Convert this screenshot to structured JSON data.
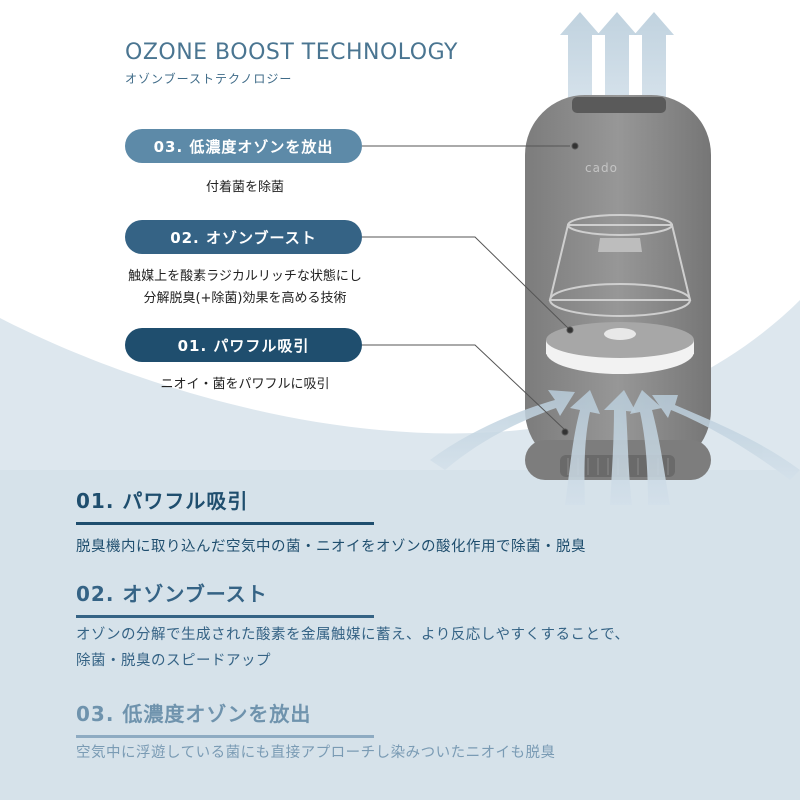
{
  "header": {
    "title_en": "OZONE BOOST TECHNOLOGY",
    "title_ja": "オゾンブーストテクノロジー"
  },
  "callouts": [
    {
      "label": "03. 低濃度オゾンを放出",
      "desc": [
        "付着菌を除菌"
      ]
    },
    {
      "label": "02. オゾンブースト",
      "desc": [
        "触媒上を酸素ラジカルリッチな状態にし",
        "分解脱臭(+除菌)効果を高める技術"
      ]
    },
    {
      "label": "01. パワフル吸引",
      "desc": [
        "ニオイ・菌をパワフルに吸引"
      ]
    }
  ],
  "product": {
    "logo": "cado",
    "colors": {
      "body": "#8e8e8e",
      "band": "#f2f2f2",
      "arrow": "#c8d8e4"
    }
  },
  "sections": [
    {
      "heading": "01. パワフル吸引",
      "body": [
        "脱臭機内に取り込んだ空気中の菌・ニオイをオゾンの酸化作用で除菌・脱臭"
      ]
    },
    {
      "heading": "02. オゾンブースト",
      "body": [
        "オゾンの分解で生成された酸素を金属触媒に蓄え、より反応しやすくすることで、",
        "除菌・脱臭のスピードアップ"
      ]
    },
    {
      "heading": "03. 低濃度オゾンを放出",
      "body": [
        "空気中に浮遊している菌にも直接アプローチし染みついたニオイも脱臭"
      ]
    }
  ]
}
